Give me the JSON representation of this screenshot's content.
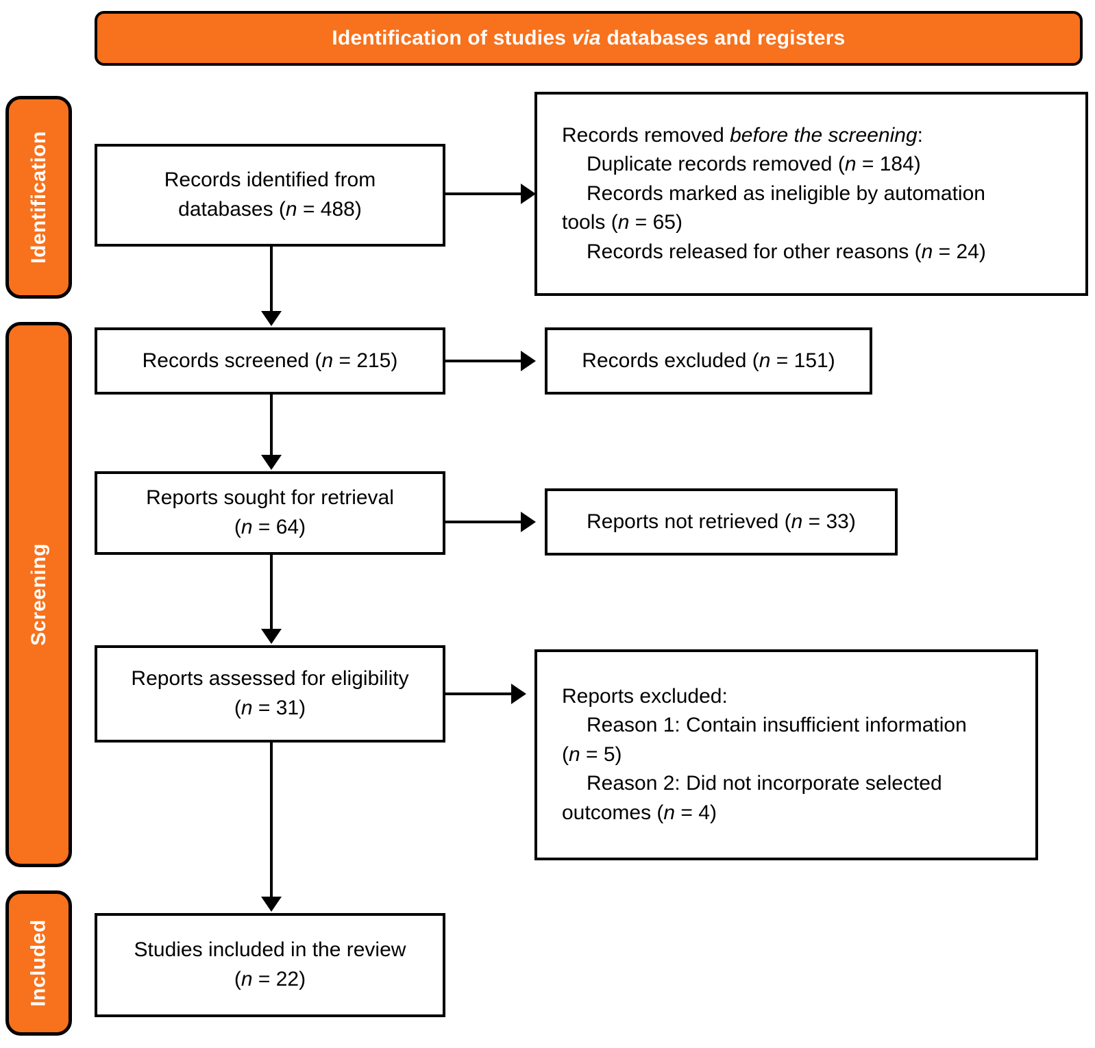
{
  "banner": {
    "text_before": "Identification of studies ",
    "text_italic": "via",
    "text_after": " databases and registers"
  },
  "stages": {
    "identification": "Identification",
    "screening": "Screening",
    "included": "Included"
  },
  "boxes": {
    "identified": {
      "line1": "Records identified from",
      "line2_before": "databases (",
      "line2_italic": "n",
      "line2_after": " = 488)"
    },
    "removed": {
      "line1_before": "Records removed ",
      "line1_italic": "before the screening",
      "line1_after": ":",
      "line2_before": "Duplicate records removed (",
      "line2_italic": "n",
      "line2_after": " = 184)",
      "line3": "Records marked as ineligible by automation",
      "line4_before": "tools (",
      "line4_italic": "n",
      "line4_after": " = 65)",
      "line5_before": "Records released for other reasons (",
      "line5_italic": "n",
      "line5_after": " = 24)"
    },
    "screened": {
      "line1_before": "Records screened (",
      "line1_italic": "n",
      "line1_after": " = 215)"
    },
    "excluded_records": {
      "line1_before": "Records excluded (",
      "line1_italic": "n",
      "line1_after": " = 151)"
    },
    "sought": {
      "line1": "Reports sought for retrieval",
      "line2_before": "(",
      "line2_italic": "n",
      "line2_after": " = 64)"
    },
    "not_retrieved": {
      "line1_before": "Reports not retrieved (",
      "line1_italic": "n",
      "line1_after": " = 33)"
    },
    "assessed": {
      "line1": "Reports assessed for eligibility",
      "line2_before": "(",
      "line2_italic": "n",
      "line2_after": " = 31)"
    },
    "reports_excluded": {
      "line1": "Reports excluded:",
      "line2": "Reason 1: Contain insufficient information",
      "line3_before": "(",
      "line3_italic": "n",
      "line3_after": " = 5)",
      "line4": "Reason 2: Did not incorporate selected",
      "line5_before": "outcomes (",
      "line5_italic": "n",
      "line5_after": " = 4)"
    },
    "included": {
      "line1": "Studies included in the review",
      "line2_before": "(",
      "line2_italic": "n",
      "line2_after": " = 22)"
    }
  },
  "counts": {
    "records_identified_databases": 488,
    "duplicate_records_removed": 184,
    "records_ineligible_automation": 65,
    "records_released_other": 24,
    "records_screened": 215,
    "records_excluded": 151,
    "reports_sought": 64,
    "reports_not_retrieved": 33,
    "reports_assessed": 31,
    "reports_excluded_reason1": 5,
    "reports_excluded_reason2": 4,
    "studies_included": 22
  },
  "colors": {
    "accent_orange": "#F8711C",
    "outline_black": "#000000",
    "box_fill_white": "#FFFFFF",
    "banner_text_white": "#FFFFFF"
  }
}
